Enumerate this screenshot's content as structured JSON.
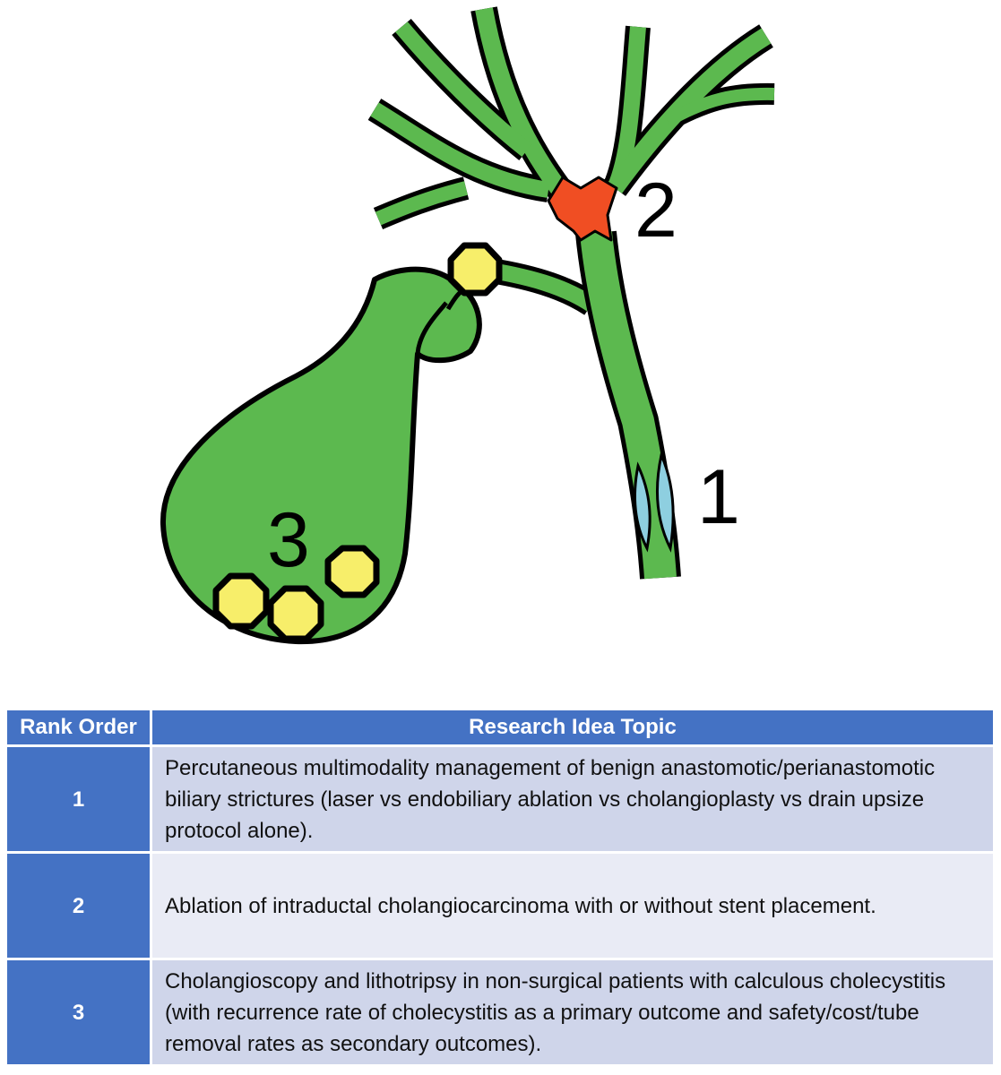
{
  "diagram": {
    "markers": [
      "1",
      "2",
      "3"
    ],
    "colors": {
      "duct": "#5cb94f",
      "stricture": "#f04e23",
      "stone": "#f7ee6a",
      "stent": "#8ecfe0",
      "outline": "#000000"
    }
  },
  "table": {
    "headers": [
      "Rank Order",
      "Research Idea Topic"
    ],
    "rows": [
      {
        "rank": "1",
        "topic": "Percutaneous multimodality management of benign anastomotic/perianastomotic biliary strictures (laser vs endobiliary ablation vs cholangioplasty vs drain upsize protocol alone)."
      },
      {
        "rank": "2",
        "topic": "Ablation of intraductal cholangiocarcinoma with or without stent placement."
      },
      {
        "rank": "3",
        "topic": "Cholangioscopy and lithotripsy in non-surgical patients with calculous cholecystitis (with recurrence rate of cholecystitis as a primary outcome and safety/cost/tube removal rates as secondary outcomes)."
      }
    ],
    "colors": {
      "header": "#4472c4",
      "row_odd": "#cfd5ea",
      "row_even": "#e9ebf5"
    }
  }
}
